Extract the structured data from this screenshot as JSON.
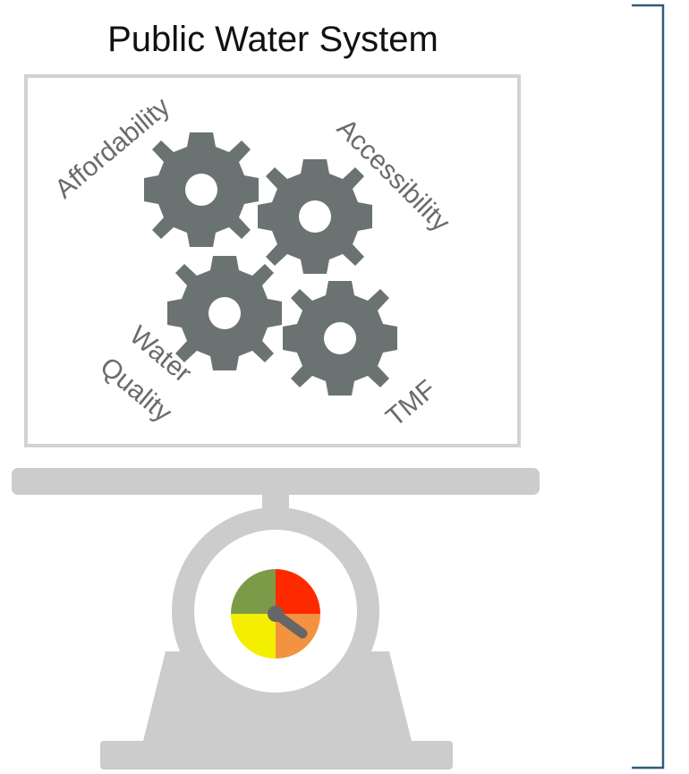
{
  "title": "Public Water System",
  "factors": {
    "affordability": "Affordability",
    "accessibility": "Accessibility",
    "water_quality_line1": "Water",
    "water_quality_line2": "Quality",
    "tmf": "TMF"
  },
  "colors": {
    "gear": "#6b7272",
    "frame": "#d2d2d2",
    "scale": "#cccccc",
    "bracket": "#2f5b7a",
    "gauge_red": "#ff2a00",
    "gauge_green": "#7d9a48",
    "gauge_yellow": "#f4ee00",
    "gauge_orange": "#f39240",
    "needle": "#666666"
  },
  "icons": [
    "gear-icon",
    "scale-icon",
    "gauge-icon",
    "bracket-icon"
  ]
}
